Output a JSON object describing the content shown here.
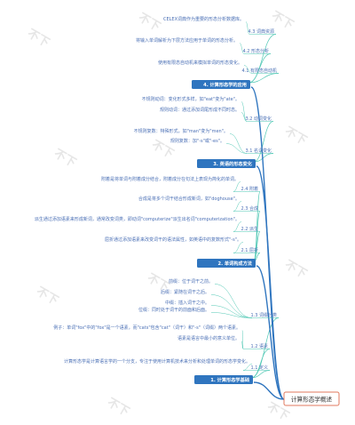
{
  "root": {
    "label": "计算形态学概述"
  },
  "watermark": "不下",
  "colors": {
    "accent": "#2f75bf",
    "line_teal": "#4fc8b4",
    "text_blue": "#4a6fb5",
    "root_border": "#e07a5f"
  },
  "sections": [
    {
      "label": "1. 计算形态学基础",
      "subs": [
        {
          "label": "1.1 定义",
          "leaves": [
            "计算形态学是计算语言学的一个分支，专注于使用计算机技术来分析和处理单词的形态学变化。"
          ]
        },
        {
          "label": "1.2 语素",
          "leaves": [
            "语素是语言中最小的意义单位。",
            "例子：单词\"fox\"中的\"fox\"是一个语素，而\"cats\"包含\"cat\"（词干）和\"-s\"（词缀）两个语素。"
          ]
        },
        {
          "label": "1.3 词缀分类",
          "leaves": [
            "前缀：位于词干之前。",
            "后缀：紧随在词干之后。",
            "中缀：插入词干之中。",
            "位缀：同时处于词干的前面和后面。"
          ]
        }
      ]
    },
    {
      "label": "2. 单词构成方法",
      "subs": [
        {
          "label": "2.1 屈折",
          "leaves": [
            "屈折通过添加语素来改变词干的语法属性，如英语中的复数形式\"-s\"。"
          ]
        },
        {
          "label": "2.2 派生",
          "leaves": [
            "派生通过添加语素来形成新词，通常改变词类，即动词\"computerize\"派生出名词\"computerization\"。"
          ]
        },
        {
          "label": "2.3 合成",
          "leaves": [
            "合成是将多个词干结合形成新词，如\"doghouse\"。"
          ]
        },
        {
          "label": "2.4 附着",
          "leaves": [
            "附着是将单词与附着成分结合，附着成分在句法上表现为简化的单词。"
          ]
        }
      ]
    },
    {
      "label": "3. 英语的形态变化",
      "subs": [
        {
          "label": "3.1 名词变化",
          "leaves": [
            "规则复数：加\"-s\"或\"-es\"。",
            "不规则复数：特殊形式，如\"man\"变为\"men\"。"
          ]
        },
        {
          "label": "3.2 动词变化",
          "leaves": [
            "规则动词：通过添加词尾形成不同时态。",
            "不规则动词：变化形式多样，如\"eat\"变为\"ate\"。"
          ]
        }
      ]
    },
    {
      "label": "4. 计算形态学的应用",
      "subs": [
        {
          "label": "4.1 有限态自动机",
          "leaves": [
            "使用有限态自动机来模拟单词的形态变化。"
          ]
        },
        {
          "label": "4.2 形态分析",
          "leaves": [
            "将输入单词解析为下层方法应用于单词的形态分析。"
          ]
        },
        {
          "label": "4.3 词典资源",
          "leaves": [
            "CELEX词典作为重要的形态分析数据库。"
          ]
        }
      ]
    }
  ]
}
